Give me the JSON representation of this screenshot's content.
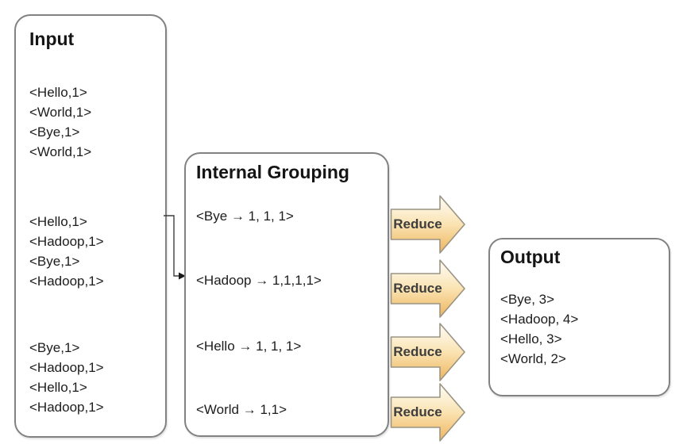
{
  "input": {
    "title": "Input",
    "groups": [
      [
        "<Hello,1>",
        "<World,1>",
        "<Bye,1>",
        "<World,1>"
      ],
      [
        "<Hello,1>",
        "<Hadoop,1>",
        "<Bye,1>",
        "<Hadoop,1>"
      ],
      [
        "<Bye,1>",
        "<Hadoop,1>",
        "<Hello,1>",
        "<Hadoop,1>"
      ]
    ]
  },
  "grouping": {
    "title": "Internal Grouping",
    "items": [
      "<Bye → 1, 1, 1>",
      "<Hadoop → 1,1,1,1>",
      "<Hello → 1, 1, 1>",
      "<World → 1,1>"
    ]
  },
  "reduce": {
    "label": "Reduce"
  },
  "output": {
    "title": "Output",
    "items": [
      "<Bye, 3>",
      "<Hadoop, 4>",
      "<Hello, 3>",
      "<World, 2>"
    ]
  },
  "colors": {
    "box_border": "#828282",
    "text": "#1c1c1c",
    "arrow_fill_top": "#fefdf8",
    "arrow_fill_mid": "#fae3b2",
    "arrow_fill_bottom": "#efb55e",
    "arrow_border": "#9a9483",
    "connector": "#3f3f3f"
  }
}
